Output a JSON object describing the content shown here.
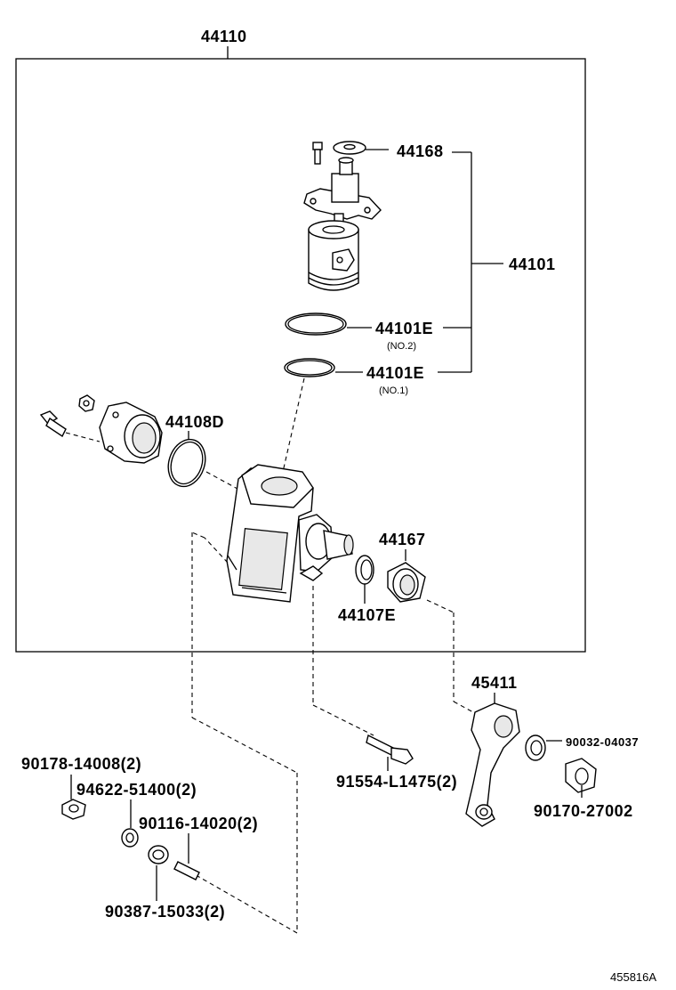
{
  "labels": {
    "assembly": "44110",
    "valve_cap_bushing": "44168",
    "valve_assy": "44101",
    "oring_no2": "44101E",
    "oring_no2_note": "(NO.2)",
    "oring_no1": "44101E",
    "oring_no1_note": "(NO.1)",
    "cover_oring": "44108D",
    "seal_ring": "44167",
    "oil_seal": "44107E",
    "pitman_arm": "45411",
    "washer_right": "90032-04037",
    "nut_right": "90170-27002",
    "bolt_center": "91554-L1475(2)",
    "nut_left": "90178-14008(2)",
    "washer_left": "94622-51400(2)",
    "stud": "90116-14020(2)",
    "spacer": "90387-15033(2)"
  },
  "reference": "455816A"
}
